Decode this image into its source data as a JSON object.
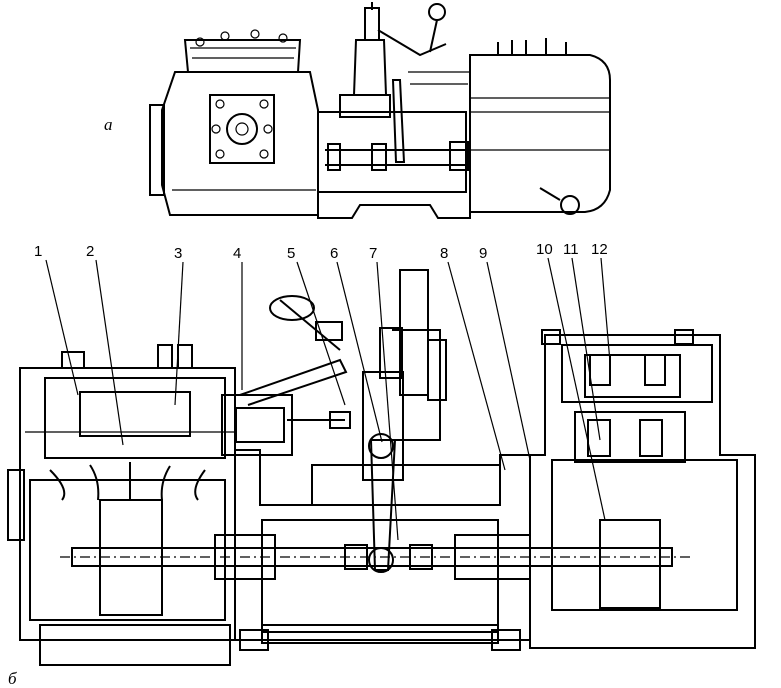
{
  "figure": {
    "caption_a": "a",
    "caption_b": "б",
    "callouts": [
      "1",
      "2",
      "3",
      "4",
      "5",
      "6",
      "7",
      "8",
      "9",
      "10",
      "11",
      "12"
    ]
  },
  "colors": {
    "ink": "#000000",
    "paper": "#ffffff",
    "hatch": "#7a7a7a"
  }
}
